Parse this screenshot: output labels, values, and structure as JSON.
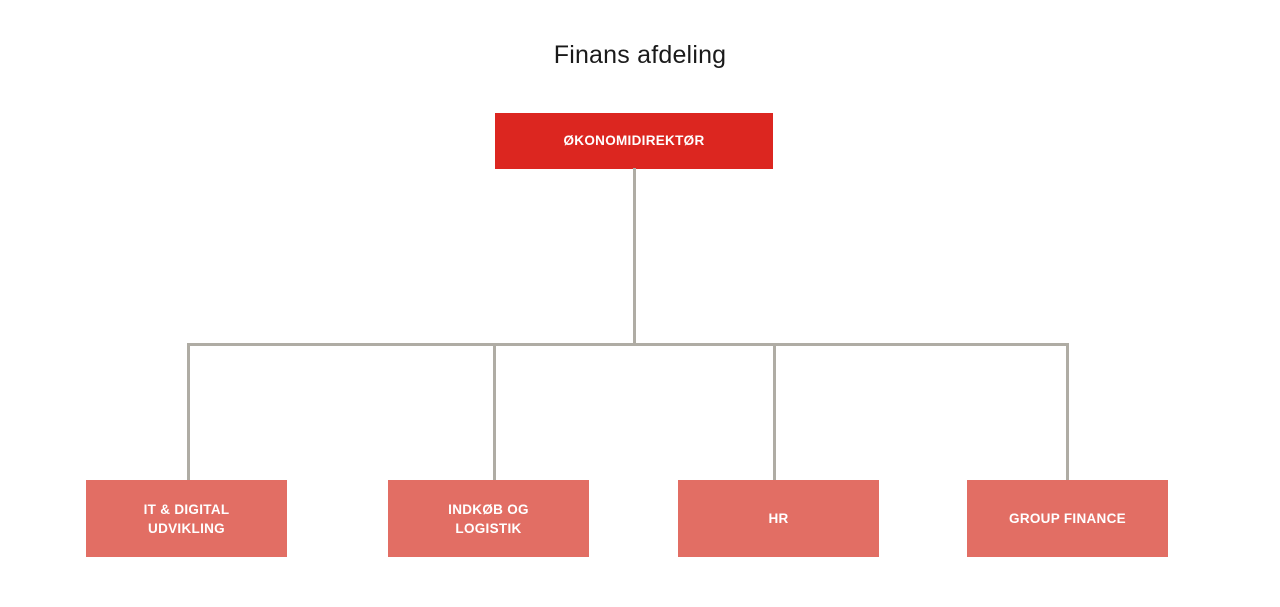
{
  "chart": {
    "title": "Finans afdeling",
    "type": "org-chart",
    "colors": {
      "background": "#ffffff",
      "title_text": "#1a1a1a",
      "root_fill": "#dc2620",
      "child_fill": "#e26e64",
      "node_text": "#ffffff",
      "connector": "#afaca4"
    },
    "root": {
      "label": "ØKONOMIDIREKTØR"
    },
    "children": [
      {
        "label": "IT & DIGITAL\nUDVIKLING"
      },
      {
        "label": "INDKØB OG\nLOGISTIK"
      },
      {
        "label": "HR"
      },
      {
        "label": "GROUP FINANCE"
      }
    ]
  }
}
